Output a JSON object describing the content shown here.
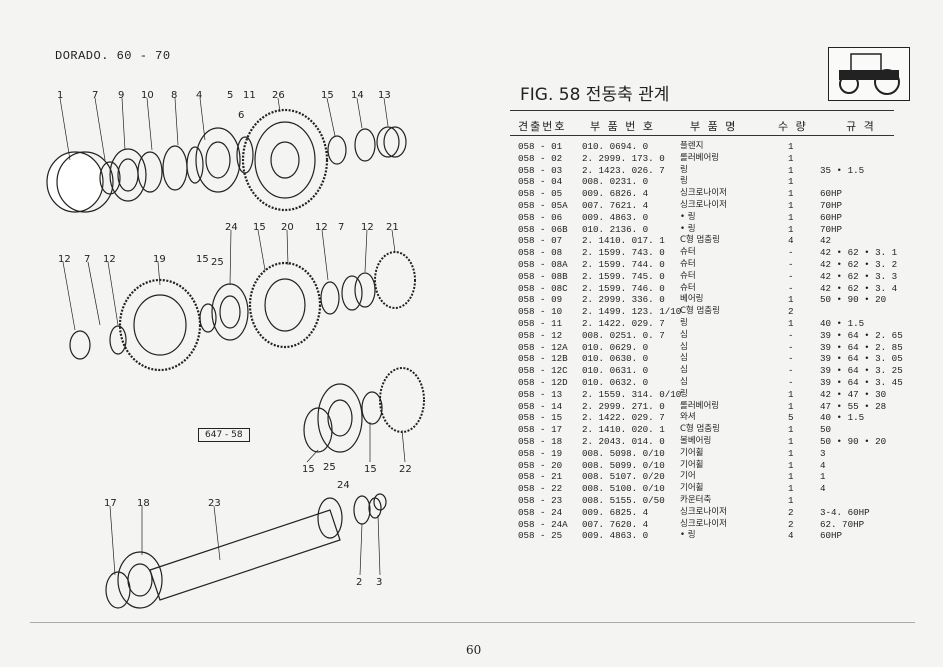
{
  "header": {
    "model": "DORADO. 60 - 70",
    "figure_title": "FIG. 58 전동축 관계",
    "page_number": "60"
  },
  "table": {
    "headers": [
      "견출번호",
      "부 품 번 호",
      "부 품 명",
      "수 량",
      "규 격"
    ],
    "rows": [
      [
        "058 - 01",
        "010. 0694. 0",
        "플렌지",
        "1",
        ""
      ],
      [
        "058 - 02",
        "2. 2999. 173. 0",
        "롤러베어링",
        "1",
        ""
      ],
      [
        "058 - 03",
        "2. 1423. 026. 7",
        "링",
        "1",
        "35 • 1.5"
      ],
      [
        "058 - 04",
        "008. 0231. 0",
        "링",
        "1",
        ""
      ],
      [
        "058 - 05",
        "009. 6826. 4",
        "싱크로나이저",
        "1",
        "60HP"
      ],
      [
        "058 - 05A",
        "007. 7621. 4",
        "싱크로나이저",
        "1",
        "70HP"
      ],
      [
        "058 - 06",
        "009. 4863. 0",
        "• 링",
        "1",
        "60HP"
      ],
      [
        "058 - 06B",
        "010. 2136. 0",
        "• 링",
        "1",
        "70HP"
      ],
      [
        "058 - 07",
        "2. 1410. 017. 1",
        "C형 멈춤링",
        "4",
        "42"
      ],
      [
        "058 - 08",
        "2. 1599. 743. 0",
        "슈터",
        "-",
        "42 • 62 • 3. 1"
      ],
      [
        "058 - 08A",
        "2. 1599. 744. 0",
        "슈터",
        "-",
        "42 • 62 • 3. 2"
      ],
      [
        "058 - 08B",
        "2. 1599. 745. 0",
        "슈터",
        "-",
        "42 • 62 • 3. 3"
      ],
      [
        "058 - 08C",
        "2. 1599. 746. 0",
        "슈터",
        "-",
        "42 • 62 • 3. 4"
      ],
      [
        "058 - 09",
        "2. 2999. 336. 0",
        "베어링",
        "1",
        "50 • 90 • 20"
      ],
      [
        "058 - 10",
        "2. 1499. 123. 1/10",
        "C형 멈춤링",
        "2",
        ""
      ],
      [
        "058 - 11",
        "2. 1422. 029. 7",
        "링",
        "1",
        "40 • 1.5"
      ],
      [
        "058 - 12",
        "008. 0251. 0. 7",
        "심",
        "-",
        "39 • 64 • 2. 65"
      ],
      [
        "058 - 12A",
        "010. 0629. 0",
        "심",
        "-",
        "39 • 64 • 2. 85"
      ],
      [
        "058 - 12B",
        "010. 0630. 0",
        "심",
        "-",
        "39 • 64 • 3. 05"
      ],
      [
        "058 - 12C",
        "010. 0631. 0",
        "심",
        "-",
        "39 • 64 • 3. 25"
      ],
      [
        "058 - 12D",
        "010. 0632. 0",
        "심",
        "-",
        "39 • 64 • 3. 45"
      ],
      [
        "058 - 13",
        "2. 1559. 314. 0/10",
        "링",
        "1",
        "42 • 47 • 30"
      ],
      [
        "058 - 14",
        "2. 2999. 271. 0",
        "롤러베어링",
        "1",
        "47 • 55 • 28"
      ],
      [
        "058 - 15",
        "2. 1422. 029. 7",
        "와셔",
        "5",
        "40 • 1.5"
      ],
      [
        "058 - 17",
        "2. 1410. 020. 1",
        "C형 멈춤링",
        "1",
        "50"
      ],
      [
        "058 - 18",
        "2. 2043. 014. 0",
        "볼베어링",
        "1",
        "50 • 90 • 20"
      ],
      [
        "058 - 19",
        "008. 5098. 0/10",
        "기어휠",
        "1",
        "3"
      ],
      [
        "058 - 20",
        "008. 5099. 0/10",
        "기어휠",
        "1",
        "4"
      ],
      [
        "058 - 21",
        "008. 5107. 0/20",
        "기어",
        "1",
        "1"
      ],
      [
        "058 - 22",
        "008. 5100. 0/10",
        "기어휠",
        "1",
        "4"
      ],
      [
        "058 - 23",
        "008. 5155. 0/50",
        "카운터축",
        "1",
        ""
      ],
      [
        "058 - 24",
        "009. 6825. 4",
        "싱크로나이저",
        "2",
        "3-4. 60HP"
      ],
      [
        "058 - 24A",
        "007. 7620. 4",
        "싱크로나이저",
        "2",
        "62. 70HP"
      ],
      [
        "058 - 25",
        "009. 4863. 0",
        "• 링",
        "4",
        "60HP"
      ]
    ]
  },
  "diagram": {
    "code_box": "647 - 58",
    "top_labels": [
      "1",
      "7",
      "9",
      "10",
      "8",
      "4",
      "5",
      "11",
      "26",
      "15",
      "14",
      "13",
      "6"
    ],
    "mid_labels": [
      "12",
      "7",
      "12",
      "19",
      "15",
      "25",
      "24",
      "15",
      "20",
      "12",
      "7",
      "12",
      "21"
    ],
    "low_labels": [
      "15",
      "25",
      "15",
      "22",
      "24"
    ],
    "shaft_labels": [
      "17",
      "18",
      "23",
      "2",
      "3"
    ]
  }
}
